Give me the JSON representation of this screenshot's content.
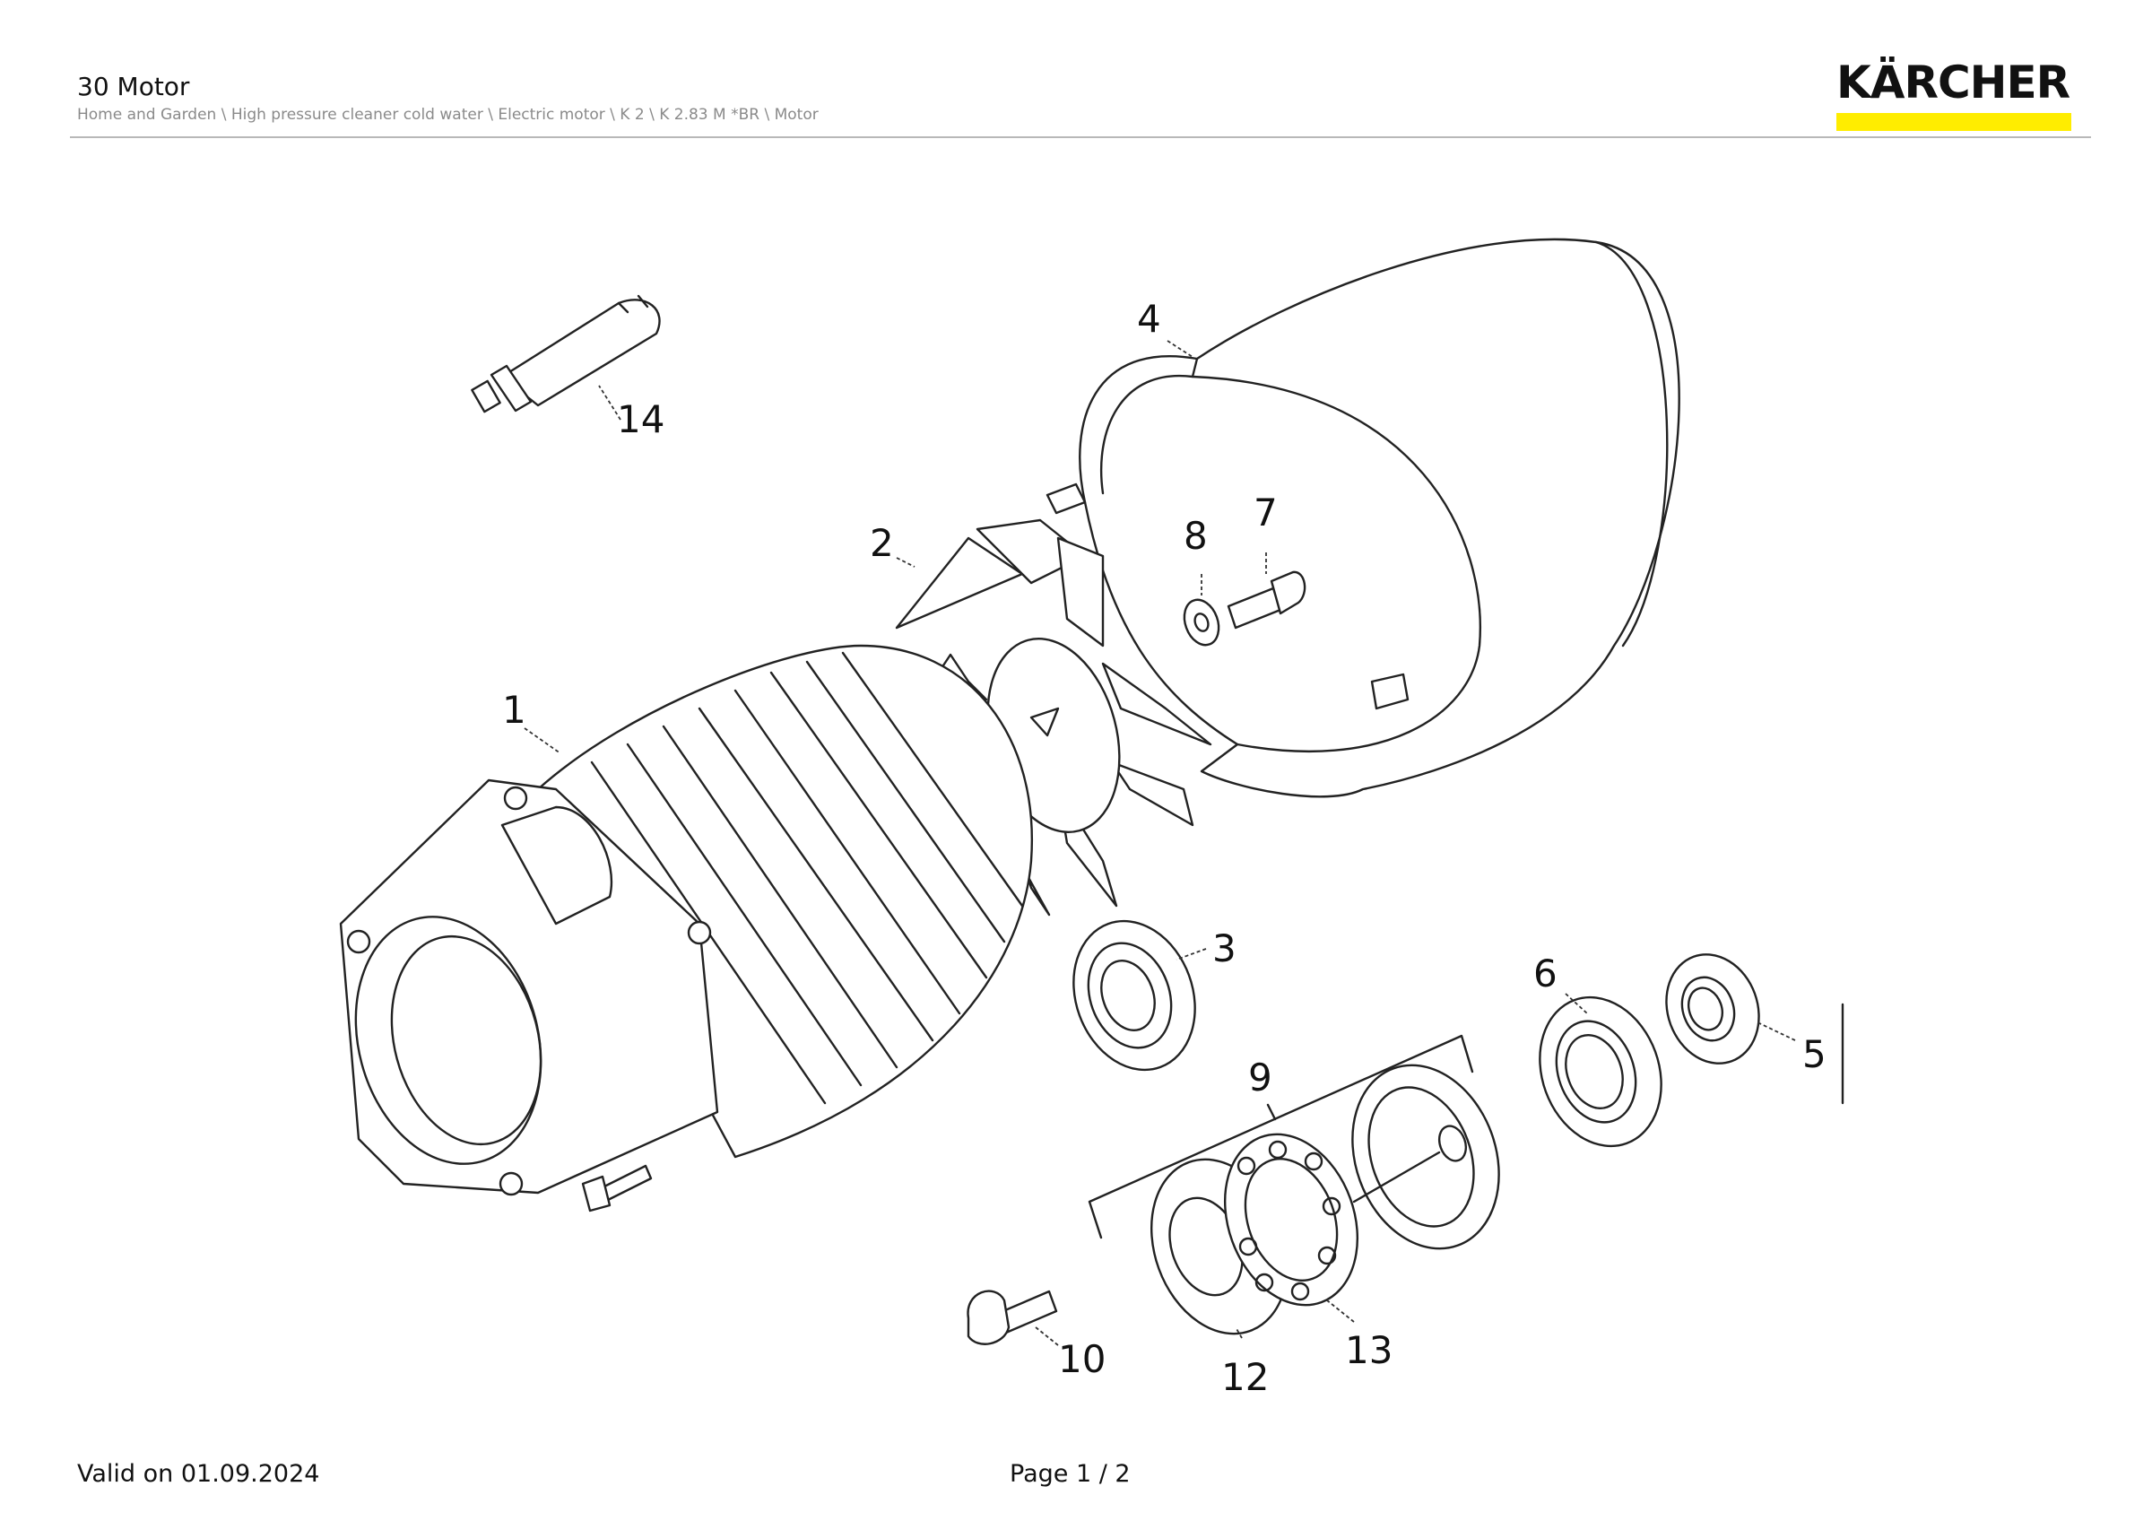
{
  "header": {
    "title": "30 Motor",
    "breadcrumb": "Home and Garden \\ High pressure cleaner cold water \\ Electric motor \\ K 2 \\ K 2.83 M *BR \\ Motor",
    "brand": "KÄRCHER",
    "brand_colors": {
      "text": "#111111",
      "bar": "#ffed00"
    }
  },
  "diagram": {
    "callouts": [
      "1",
      "2",
      "3",
      "4",
      "5",
      "6",
      "7",
      "8",
      "9",
      "10",
      "12",
      "13",
      "14"
    ]
  },
  "footer": {
    "valid": "Valid on 01.09.2024",
    "page": "Page 1 / 2"
  }
}
